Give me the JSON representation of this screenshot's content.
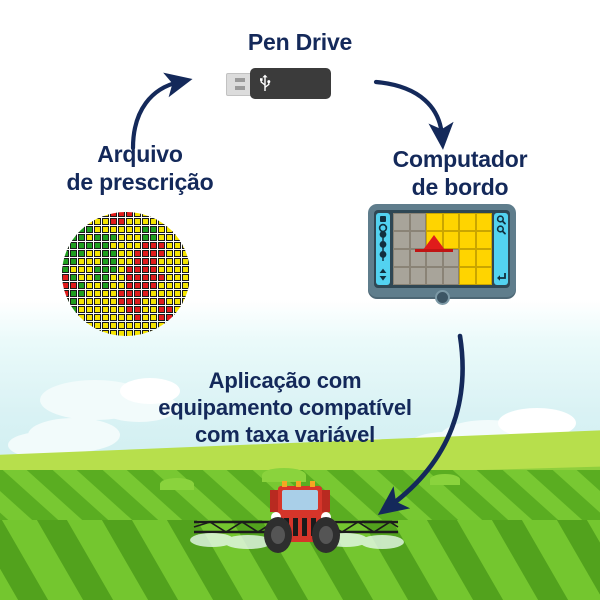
{
  "meta": {
    "title_colors": {
      "navy": "#14295a",
      "accent_yellow": "#ffd400",
      "accent_red": "#e01b1b",
      "accent_green": "#1f9e1f"
    }
  },
  "labels": {
    "pen_drive": "Pen Drive",
    "arquivo_line1": "Arquivo",
    "arquivo_line2": "de prescrição",
    "computador_line1": "Computador",
    "computador_line2": "de bordo",
    "aplicacao_line1": "Aplicação com",
    "aplicacao_line2": "equipamento compatível",
    "aplicacao_line3": "com taxa variável"
  },
  "icons": {
    "usb_glyph": "usb-trident-icon",
    "arrow_1": "curved-arrow-right-icon",
    "arrow_2": "curved-arrow-down-icon",
    "arrow_3": "long-curved-arrow-down-left-icon",
    "computer_knob": "power-knob-icon",
    "enter_key": "enter-return-icon",
    "zoom_in": "magnifier-plus-icon",
    "zoom_out": "magnifier-minus-icon",
    "scroll_up": "triangle-up-icon",
    "scroll_down": "triangle-down-icon"
  },
  "prescription_map": {
    "name": "prescription-map-circle",
    "legend": [
      {
        "class": "green",
        "color": "#1f9e1f",
        "meaning": "low rate zone"
      },
      {
        "class": "yellow",
        "color": "#f5e400",
        "meaning": "medium rate zone"
      },
      {
        "class": "red",
        "color": "#e01b1b",
        "meaning": "high rate zone"
      }
    ],
    "cols": 16,
    "rows": 16,
    "grid": [
      "GGGGYYRRRYYYYYYY",
      "GGGYYYRRYYYYYYYY",
      "GGGGYYYYYYGGYYYY",
      "GGGYGGGYYYGGYYYY",
      "GGGGGGYYYYRRRYYY",
      "GGGYYGGYYRRRRYYY",
      "GGYYYGGYYRRRYYYY",
      "GYYYGGGYRRRRYYYY",
      "RGYYGGYYRRRRRYYY",
      "RRGYYGYYRRRRYYYY",
      "RGGYYYYRRRRYYYYY",
      "GGYYYYYRRRYYRYYY",
      "GGYYYYYYRRYYRRYY",
      "GYYYYYYYYRYYRRYY",
      "YYYYYYYYYYYYYYYY",
      "YYYYYYYYYYYYYYYY"
    ]
  },
  "onboard_computer": {
    "name": "onboard-computer-display",
    "screen_cols": 6,
    "screen_rows": 4,
    "cells": [
      [
        "gray",
        "gray",
        "yellow",
        "yellow",
        "yellow",
        "yellow"
      ],
      [
        "gray",
        "gray",
        "yellow",
        "yellow",
        "yellow",
        "yellow"
      ],
      [
        "gray",
        "gray",
        "gray",
        "gray",
        "yellow",
        "yellow"
      ],
      [
        "gray",
        "gray",
        "gray",
        "gray",
        "yellow",
        "yellow"
      ]
    ],
    "vehicle_marker": "red-triangle-marker",
    "left_buttons": [
      "menu-icon",
      "refresh-icon",
      "marker-icon",
      "marker-icon",
      "marker-icon",
      "scroll-up-down-icon"
    ],
    "right_buttons": [
      "magnifier-plus-icon",
      "magnifier-minus-icon",
      "enter-return-icon"
    ]
  },
  "tractor": {
    "name": "sprayer-tractor",
    "body_color": "#d6352a",
    "window_color": "#a9cfe8",
    "wheel_color": "#2e2e2e",
    "boom": "spray-boom"
  }
}
